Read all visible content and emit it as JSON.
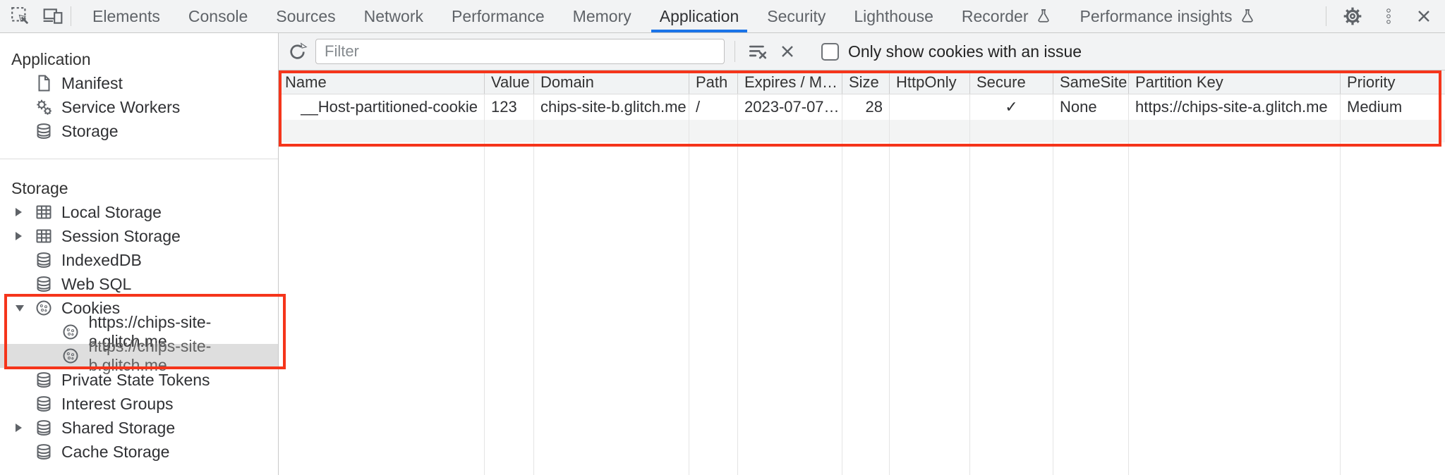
{
  "colors": {
    "accent-blue": "#1a73e8",
    "highlight-red": "#f5351b",
    "chrome-bg": "#f2f3f4",
    "text-primary": "#303134",
    "text-secondary": "#5f6368",
    "border-strong": "#c9c9c9",
    "grid-line": "#e4e4e4",
    "grid-stripe": "#f3f4f4",
    "selected-bg": "#dedede",
    "placeholder": "#868b8f"
  },
  "tabbar": {
    "tabs": [
      {
        "label": "Elements"
      },
      {
        "label": "Console"
      },
      {
        "label": "Sources"
      },
      {
        "label": "Network"
      },
      {
        "label": "Performance"
      },
      {
        "label": "Memory"
      },
      {
        "label": "Application",
        "selected": true
      },
      {
        "label": "Security"
      },
      {
        "label": "Lighthouse"
      },
      {
        "label": "Recorder",
        "flask": true
      },
      {
        "label": "Performance insights",
        "flask": true
      }
    ]
  },
  "sidebar": {
    "section1": {
      "title": "Application",
      "items": [
        {
          "label": "Manifest"
        },
        {
          "label": "Service Workers"
        },
        {
          "label": "Storage"
        }
      ]
    },
    "section2": {
      "title": "Storage",
      "items": [
        {
          "label": "Local Storage"
        },
        {
          "label": "Session Storage"
        },
        {
          "label": "IndexedDB"
        },
        {
          "label": "Web SQL"
        },
        {
          "label": "Cookies"
        },
        {
          "label": "https://chips-site-a.glitch.me"
        },
        {
          "label": "https://chips-site-b.glitch.me"
        },
        {
          "label": "Private State Tokens"
        },
        {
          "label": "Interest Groups"
        },
        {
          "label": "Shared Storage"
        },
        {
          "label": "Cache Storage"
        }
      ]
    }
  },
  "toolbar": {
    "filter_placeholder": "Filter",
    "only_issue_label": "Only show cookies with an issue"
  },
  "cookie_table": {
    "columns": [
      "Name",
      "Value",
      "Domain",
      "Path",
      "Expires / M…",
      "Size",
      "HttpOnly",
      "Secure",
      "SameSite",
      "Partition Key",
      "Priority"
    ],
    "row": {
      "name": "__Host-partitioned-cookie",
      "value": "123",
      "domain": "chips-site-b.glitch.me",
      "path": "/",
      "expires": "2023-07-07…",
      "size": "28",
      "http_only": "",
      "secure": "✓",
      "same_site": "None",
      "partition_key": "https://chips-site-a.glitch.me",
      "priority": "Medium"
    }
  }
}
